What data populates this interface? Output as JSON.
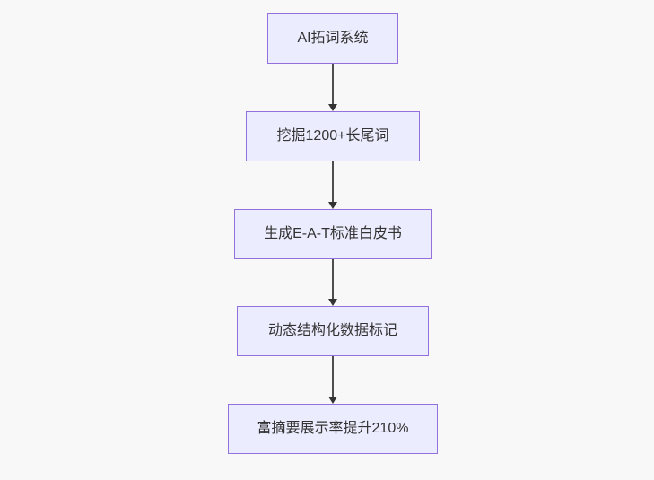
{
  "diagram": {
    "type": "flowchart-vertical",
    "nodes": [
      {
        "id": "node-1",
        "label": "AI拓词系统"
      },
      {
        "id": "node-2",
        "label": "挖掘1200+长尾词"
      },
      {
        "id": "node-3",
        "label": "生成E-A-T标准白皮书"
      },
      {
        "id": "node-4",
        "label": "动态结构化数据标记"
      },
      {
        "id": "node-5",
        "label": "富摘要展示率提升210%"
      }
    ],
    "edges": [
      {
        "from": "node-1",
        "to": "node-2"
      },
      {
        "from": "node-2",
        "to": "node-3"
      },
      {
        "from": "node-3",
        "to": "node-4"
      },
      {
        "from": "node-4",
        "to": "node-5"
      }
    ],
    "colors": {
      "node_fill": "#ECECFF",
      "node_border": "#9370DB",
      "text": "#333333",
      "arrow_line": "#4D4D4D",
      "arrow_head": "#333333",
      "background": "#F8F8F8"
    }
  }
}
